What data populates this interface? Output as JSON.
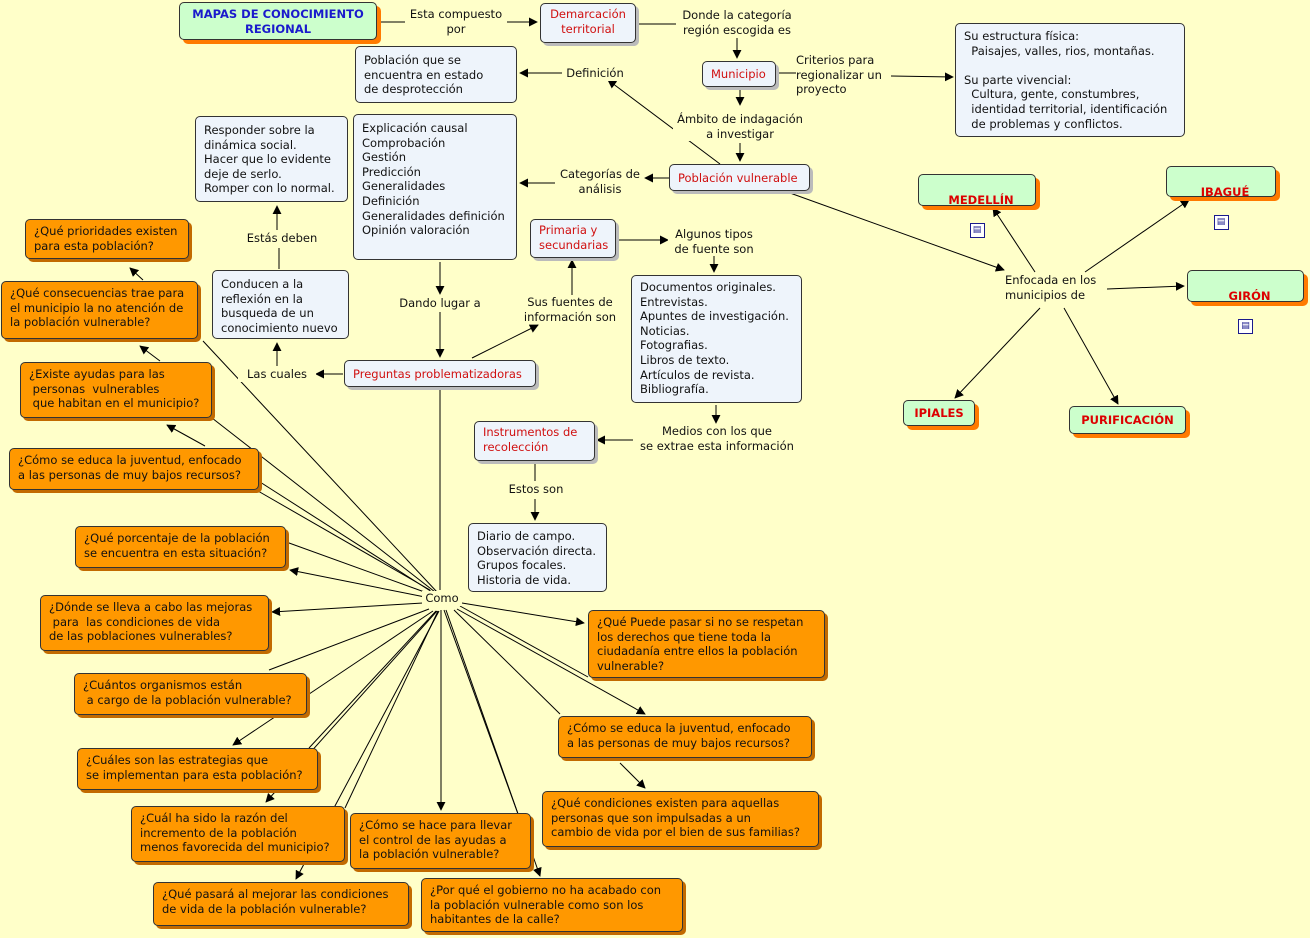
{
  "title": "MAPAS DE CONOCIMIENTO\nREGIONAL",
  "nodes": {
    "demarcacion": "Demarcación\nterritorial",
    "municipio": "Municipio",
    "estructura": "Su estructura física:\n  Paisajes, valles, rios, montañas.\n\nSu parte vivencial:\n  Cultura, gente, constumbres,\n  identidad territorial, identificación\n  de problemas y conflictos.",
    "poblacion_desproteccion": "Población que se\nencuentra en estado\nde desprotección",
    "poblacion_vulnerable": "Población vulnerable",
    "categorias_lista": "Explicación causal\nComprobación\nGestión\nPredicción\nGeneralidades\nDefinición\nGeneralidades definición\nOpinión valoración",
    "responder": "Responder sobre la\ndinámica social.\nHacer que lo evidente\ndeje de serlo.\nRomper con lo normal.",
    "conducen": "Conducen a la\nreflexión en la\nbusqueda de un\nconocimiento nuevo",
    "preguntas": "Preguntas problematizadoras",
    "primaria": "Primaria y\nsecundarias",
    "documentos": "Documentos originales.\nEntrevistas.\nApuntes de investigación.\nNoticias.\nFotografias.\nLibros de texto.\nArtículos de revista.\nBibliografía.",
    "instrumentos": "Instrumentos de\nrecolección",
    "diario": "Diario de campo.\nObservación directa.\nGrupos focales.\nHistoria de vida."
  },
  "cities": [
    "MEDELLÍN",
    "IBAGUÉ",
    "GIRÓN",
    "IPIALES",
    "PURIFICACIÓN"
  ],
  "city_icon": "document-icon",
  "labels": {
    "esta_compuesto": "Esta compuesto\npor",
    "donde_categoria": "Donde la categoría\nregión escogida es",
    "criterios": "Criterios para\nregionalizar un\nproyecto",
    "definicion": "Definición",
    "ambito": "Ámbito de indagación\na investigar",
    "categorias_analisis": "Categorías de\nanálisis",
    "enfocada": "Enfocada en los\nmunicipios de",
    "estas_deben": "Estás deben",
    "dando_lugar": "Dando lugar a",
    "sus_fuentes": "Sus fuentes de\ninformación son",
    "algunos_tipos": "Algunos tipos\nde fuente son",
    "las_cuales": "Las cuales",
    "medios": "Medios con los que\nse extrae esta información",
    "estos_son": "Estos son",
    "como": "Como"
  },
  "questions": [
    "¿Qué prioridades existen\npara esta población?",
    "¿Qué consecuencias trae para\nel municipio la no atención de\nla población vulnerable?",
    "¿Existe ayudas para las\n personas  vulnerables\n que habitan en el municipio?",
    "¿Cómo se educa la juventud, enfocado\na las personas de muy bajos recursos?",
    "¿Qué porcentaje de la población\nse encuentra en esta situación?",
    "¿Dónde se lleva a cabo las mejoras\n para  las condiciones de vida\nde las poblaciones vulnerables?",
    "¿Cuántos organismos están\n a cargo de la población vulnerable?",
    "¿Cuáles son las estrategias que\nse implementan para esta población?",
    "¿Cuál ha sido la razón del\nincremento de la población\nmenos favorecida del municipio?",
    "¿Qué pasará al mejorar las condiciones\nde vida de la población vulnerable?",
    "¿Cómo se hace para llevar\nel control de las ayudas a\nla población vulnerable?",
    "¿Por qué el gobierno no ha acabado con\nla población vulnerable como son los\nhabitantes de la calle?",
    "¿Qué Puede pasar si no se respetan\nlos derechos que tiene toda la\nciudadanía entre ellos la población\nvulnerable?",
    "¿Cómo se educa la juventud, enfocado\na las personas de muy bajos recursos?",
    "¿Qué condiciones existen para aquellas\npersonas que son impulsadas a un\ncambio de vida por el bien de sus familias?"
  ]
}
